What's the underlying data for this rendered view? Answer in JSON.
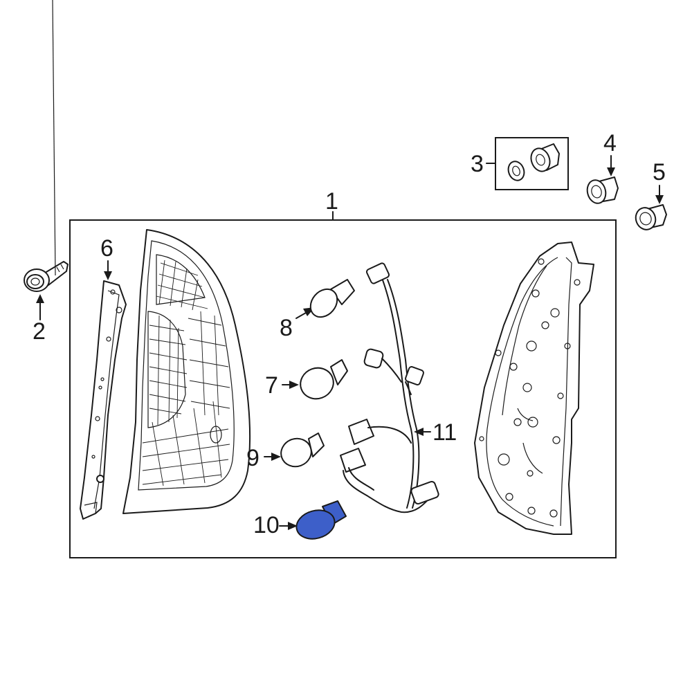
{
  "callouts": {
    "c1": "1",
    "c2": "2",
    "c3": "3",
    "c4": "4",
    "c5": "5",
    "c6": "6",
    "c7": "7",
    "c8": "8",
    "c9": "9",
    "c10": "10",
    "c11": "11"
  },
  "highlight_color": "#3d5fc9",
  "highlighted_part": "10"
}
